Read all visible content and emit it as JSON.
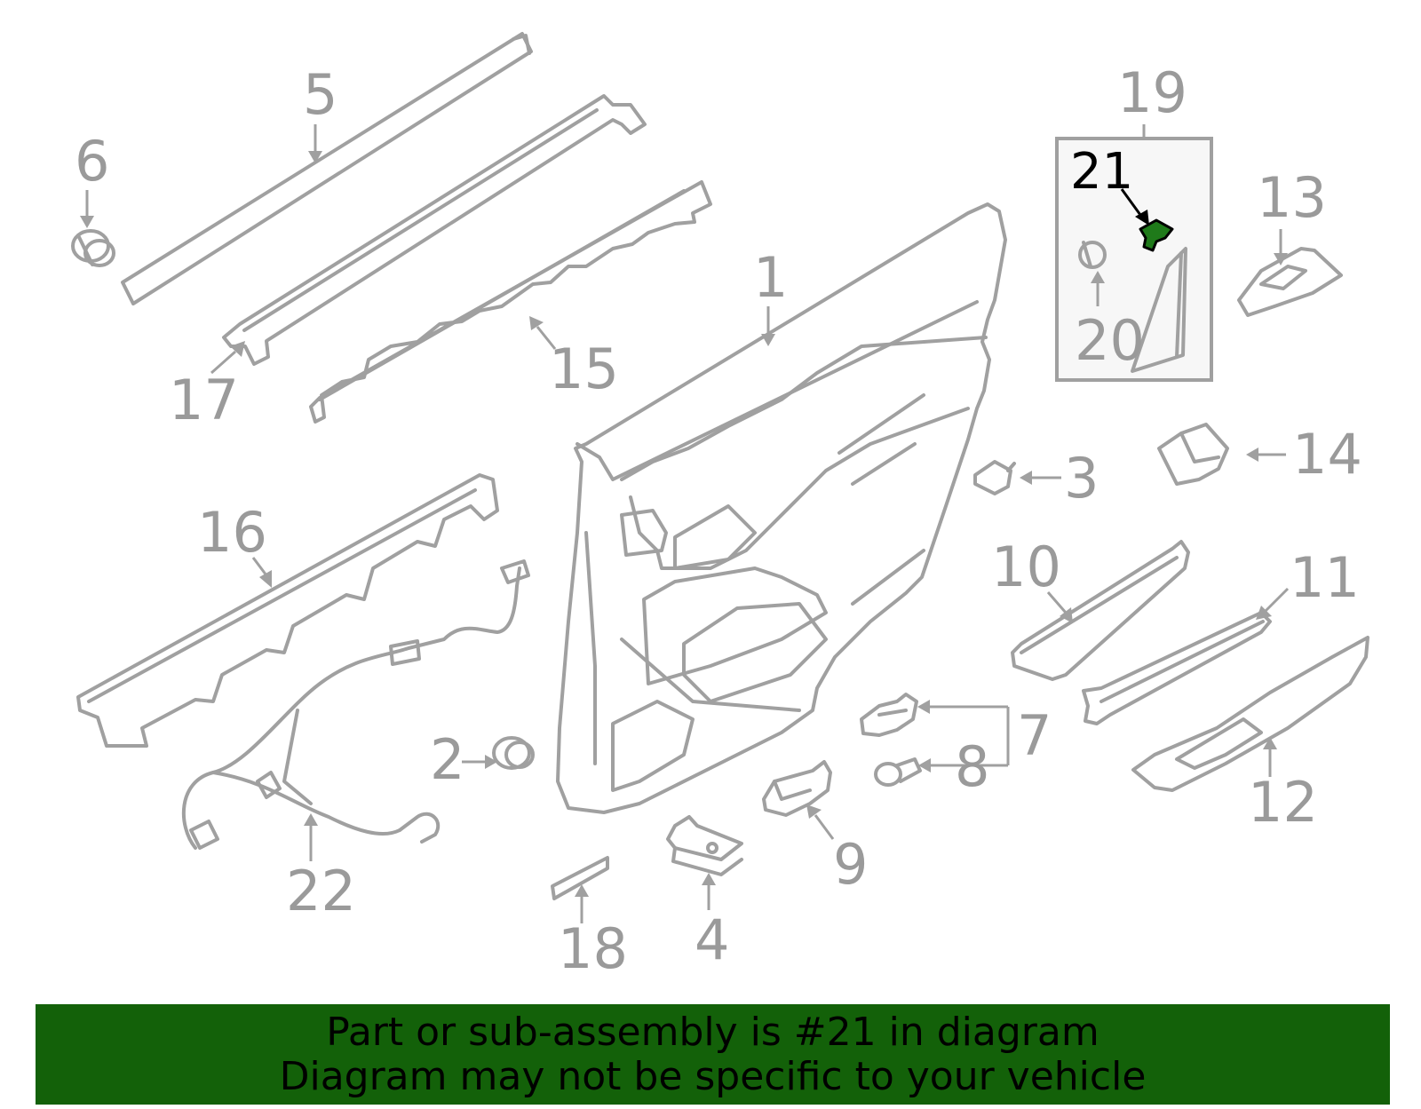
{
  "colors": {
    "line": "#a0a0a0",
    "label": "#9a9a9a",
    "highlight_part": "#1f7a1a",
    "highlight_label": "#000000",
    "banner_bg": "#136109",
    "banner_text": "#000000",
    "inset_bg": "#f7f7f7"
  },
  "callouts": {
    "c1": "1",
    "c2": "2",
    "c3": "3",
    "c4": "4",
    "c5": "5",
    "c6": "6",
    "c7": "7",
    "c8": "8",
    "c9": "9",
    "c10": "10",
    "c11": "11",
    "c12": "12",
    "c13": "13",
    "c14": "14",
    "c15": "15",
    "c16": "16",
    "c17": "17",
    "c18": "18",
    "c19": "19",
    "c20": "20",
    "c21": "21",
    "c22": "22"
  },
  "banner": {
    "line1": "Part or sub-assembly is #21 in diagram",
    "line2": "Diagram may not be specific to your vehicle"
  }
}
